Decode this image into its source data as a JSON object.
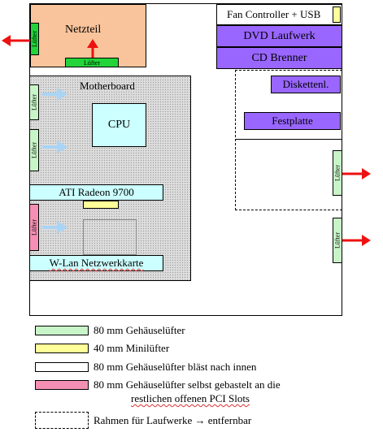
{
  "colors": {
    "fan_green": "#c8f5c8",
    "fan_bright": "#22d43a",
    "fan_pink": "#f590b4",
    "fan_yellow": "#ffff99",
    "psu": "#f9c49b",
    "drive_purple": "#9966ff",
    "component_cyan": "#ccffff",
    "exhaust_arrow": "#ee1111",
    "intake_arrow": "#a9d4f5"
  },
  "case": {
    "psu_label": "Netzteil",
    "fan_label": "Lüfter",
    "motherboard_label": "Motherboard",
    "cpu_label": "CPU",
    "gpu_label": "ATI Radeon 9700",
    "wlan_label": "W-Lan Netzwerkkarte",
    "fan_controller_label": "Fan Controller + USB",
    "dvd_label": "DVD Laufwerk",
    "cd_label": "CD Brenner",
    "floppy_label": "Diskettenl.",
    "hdd_label": "Festplatte"
  },
  "legend": {
    "items": [
      {
        "text": "80 mm Gehäuselüfter",
        "icon": "green-swatch"
      },
      {
        "text": "40 mm Minilüfter",
        "icon": "yellow-swatch"
      },
      {
        "text": "80 mm Gehäuselüfter bläst nach innen",
        "icon": "white-swatch"
      },
      {
        "text": "80 mm Gehäuselüfter selbst gebastelt an die",
        "text2": "restlichen offenen PCI Slots",
        "icon": "pink-swatch"
      },
      {
        "text": "Rahmen für Laufwerke → entfernbar",
        "icon": "dashed-swatch"
      }
    ]
  }
}
